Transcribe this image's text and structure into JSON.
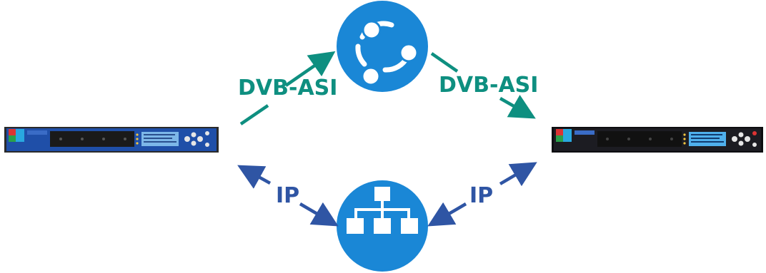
{
  "labels": {
    "asi_left": "DVB-ASI",
    "asi_right": "DVB-ASI",
    "ip_left": "IP",
    "ip_right": "IP"
  },
  "colors": {
    "asi_arrow": "#0e8f80",
    "ip_arrow": "#2f55a4",
    "node_fill": "#1a87d6",
    "device_left_panel": "#1f4fa8",
    "device_right_panel": "#1c1c22"
  },
  "nodes": {
    "top_icon": "distribution-hub-icon",
    "bottom_icon": "network-hierarchy-icon"
  },
  "devices": {
    "left": "rack-unit-blue",
    "right": "rack-unit-black"
  }
}
